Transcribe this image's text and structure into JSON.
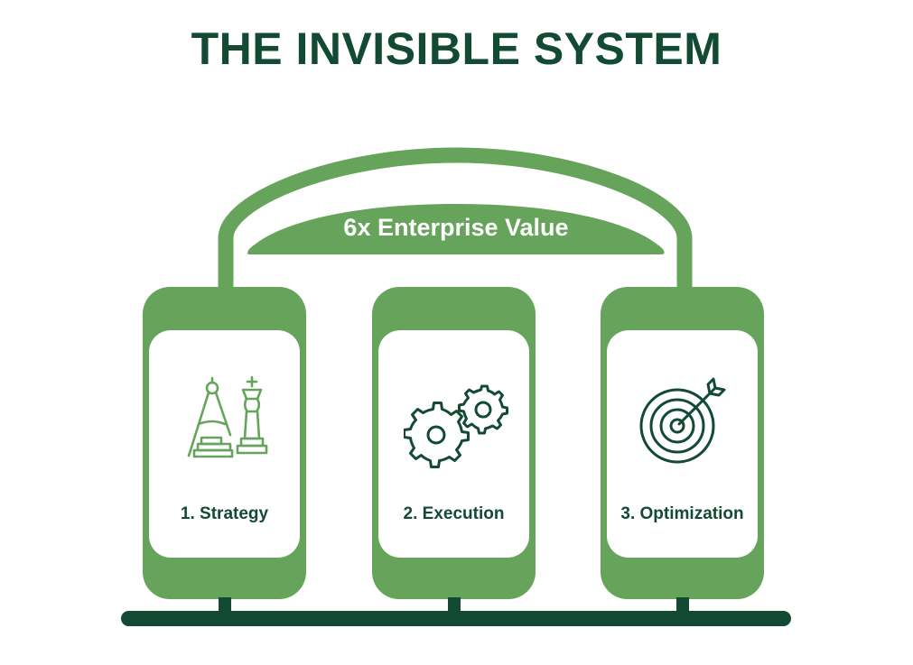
{
  "title": "THE INVISIBLE SYSTEM",
  "arch": {
    "label": "6x Enterprise Value"
  },
  "pillars": [
    {
      "label": "1. Strategy",
      "icon": "chess-compass-icon"
    },
    {
      "label": "2. Execution",
      "icon": "gears-icon"
    },
    {
      "label": "3. Optimization",
      "icon": "target-icon"
    }
  ],
  "colors": {
    "dark_green": "#134a33",
    "light_green": "#65a45a",
    "background": "#ffffff"
  }
}
